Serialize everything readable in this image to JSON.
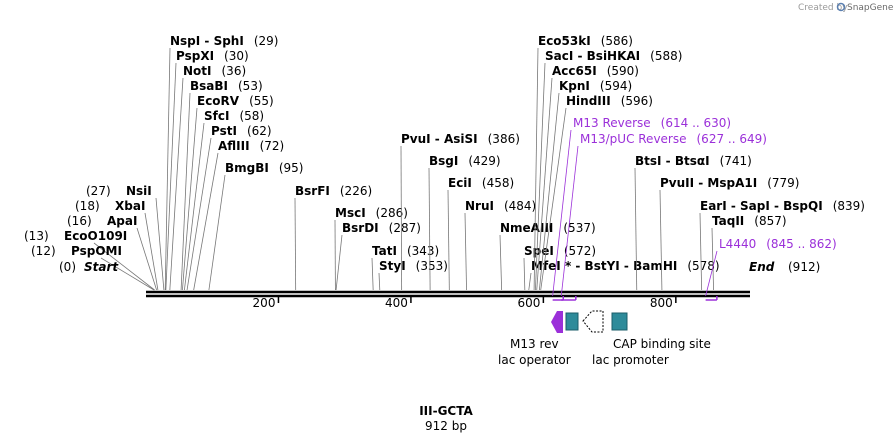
{
  "brand": {
    "created_by": "Created by",
    "name": "SnapGene"
  },
  "map": {
    "name": "III-GCTA",
    "length_label": "912 bp",
    "total_bp": 912,
    "axis_start_bp": 0,
    "axis_end_bp": 912,
    "start_label": "Start",
    "end_label": "End",
    "end_position_label": "(912)",
    "start_position_label": "(0)",
    "ticks": [
      "200",
      "400",
      "600",
      "800"
    ]
  },
  "sites": [
    {
      "bp": 29,
      "text": "NspI  -  SphI",
      "pos": "(29)"
    },
    {
      "bp": 30,
      "text": "PspXI",
      "pos": "(30)"
    },
    {
      "bp": 36,
      "text": "NotI",
      "pos": "(36)"
    },
    {
      "bp": 53,
      "text": "BsaBI",
      "pos": "(53)"
    },
    {
      "bp": 55,
      "text": "EcoRV",
      "pos": "(55)"
    },
    {
      "bp": 58,
      "text": "SfcI",
      "pos": "(58)"
    },
    {
      "bp": 62,
      "text": "PstI",
      "pos": "(62)"
    },
    {
      "bp": 72,
      "text": "AflIII",
      "pos": "(72)"
    },
    {
      "bp": 95,
      "text": "BmgBI",
      "pos": "(95)"
    },
    {
      "bp": 226,
      "text": "BsrFI",
      "pos": "(226)"
    },
    {
      "bp": 286,
      "text": "MscI",
      "pos": "(286)"
    },
    {
      "bp": 287,
      "text": "BsrDI",
      "pos": "(287)"
    },
    {
      "bp": 343,
      "text": "TatI",
      "pos": "(343)"
    },
    {
      "bp": 353,
      "text": "StyI",
      "pos": "(353)"
    },
    {
      "bp": 386,
      "text": "PvuI  -  AsiSI",
      "pos": "(386)"
    },
    {
      "bp": 429,
      "text": "BsgI",
      "pos": "(429)"
    },
    {
      "bp": 458,
      "text": "EciI",
      "pos": "(458)"
    },
    {
      "bp": 484,
      "text": "NruI",
      "pos": "(484)"
    },
    {
      "bp": 537,
      "text": "NmeAIII",
      "pos": "(537)"
    },
    {
      "bp": 572,
      "text": "SpeI",
      "pos": "(572)"
    },
    {
      "bp": 578,
      "text": "MfeI  *  -  BstYI  -  BamHI",
      "pos": "(578)"
    },
    {
      "bp": 586,
      "text": "Eco53kI",
      "pos": "(586)"
    },
    {
      "bp": 588,
      "text": "SacI  -  BsiHKAI",
      "pos": "(588)"
    },
    {
      "bp": 590,
      "text": "Acc65I",
      "pos": "(590)"
    },
    {
      "bp": 594,
      "text": "KpnI",
      "pos": "(594)"
    },
    {
      "bp": 596,
      "text": "HindIII",
      "pos": "(596)"
    },
    {
      "bp": 741,
      "text": "BtsI  -  BtsαI",
      "pos": "(741)"
    },
    {
      "bp": 779,
      "text": "PvuII  -  MspA1I",
      "pos": "(779)"
    },
    {
      "bp": 839,
      "text": "EarI  -  SapI  -  BspQI",
      "pos": "(839)"
    },
    {
      "bp": 857,
      "text": "TaqII",
      "pos": "(857)"
    },
    {
      "bp": 27,
      "text": "NsiI",
      "pos": "(27)"
    },
    {
      "bp": 18,
      "text": "XbaI",
      "pos": "(18)"
    },
    {
      "bp": 16,
      "text": "ApaI",
      "pos": "(16)"
    },
    {
      "bp": 13,
      "text": "EcoO109I",
      "pos": "(13)"
    },
    {
      "bp": 12,
      "text": "PspOMI",
      "pos": "(12)"
    }
  ],
  "primers": [
    {
      "name": "M13 Reverse",
      "range": "(614 .. 630)",
      "from": 614,
      "to": 630
    },
    {
      "name": "M13/pUC Reverse",
      "range": "(627 .. 649)",
      "from": 627,
      "to": 649
    },
    {
      "name": "L4440",
      "range": "(845 .. 862)",
      "from": 845,
      "to": 862
    }
  ],
  "features": [
    {
      "name": "M13 rev",
      "type": "primer_bind",
      "color": "#9B30D9"
    },
    {
      "name": "lac operator",
      "type": "protein_bind",
      "color": "#2E8B9A"
    },
    {
      "name": "lac promoter",
      "type": "promoter",
      "color": "#ffffff"
    },
    {
      "name": "CAP binding site",
      "type": "protein_bind",
      "color": "#2E8B9A"
    }
  ],
  "colors": {
    "primer": "#9B30D9",
    "feature_teal": "#2E8B9A",
    "backbone": "#000000"
  }
}
